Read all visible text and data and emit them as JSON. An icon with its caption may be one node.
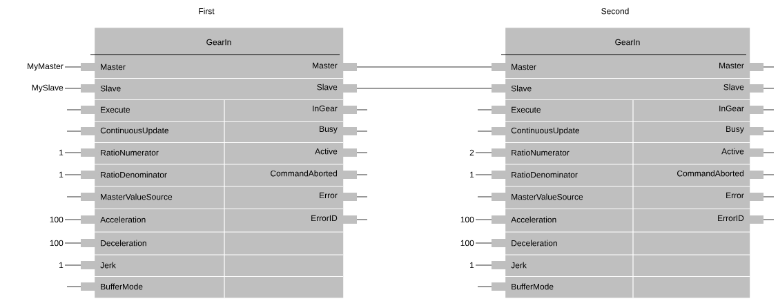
{
  "diagram": {
    "nodes": [
      {
        "text": [
          "GearIn"
        ],
        "beside": [
          "First"
        ]
      },
      {
        "text": [
          "Master"
        ],
        "in": 0
      },
      {
        "text": [
          "Master"
        ],
        "in": 0
      },
      {
        "text": [
          "Slave"
        ],
        "in": 0
      },
      {
        "text": [
          "Slave"
        ],
        "in": 0
      },
      {
        "text": [
          "Execute"
        ],
        "in": 0
      },
      {
        "text": [
          "InGear"
        ],
        "in": 0
      },
      {
        "text": [
          "ContinuousUpdate"
        ],
        "in": 0
      },
      {
        "text": [
          "Busy"
        ],
        "in": 0
      },
      {
        "text": [
          "RatioNumerator"
        ],
        "in": 0
      },
      {
        "text": [
          "Active"
        ],
        "in": 0
      },
      {
        "text": [
          "RatioDenominator"
        ],
        "in": 0
      },
      {
        "text": [
          "CommandAborted"
        ],
        "in": 0
      },
      {
        "text": [
          "MasterValueSource"
        ],
        "in": 0
      },
      {
        "text": [
          "Error"
        ],
        "in": 0
      },
      {
        "text": [
          "Acceleration"
        ],
        "in": 0
      },
      {
        "text": [
          "ErrorID"
        ],
        "in": 0
      },
      {
        "text": [
          "Deceleration"
        ],
        "in": 0
      },
      {
        "text": [
          "Jerk"
        ],
        "in": 0
      },
      {
        "text": [
          "BufferMode"
        ],
        "in": 0
      },
      {
        "text": [
          "GearIn"
        ],
        "beside": [
          "Second"
        ]
      },
      {
        "text": [
          "Master"
        ],
        "in": 20
      },
      {
        "text": [
          "Master"
        ],
        "in": 20
      },
      {
        "text": [
          "Slave"
        ],
        "in": 20
      },
      {
        "text": [
          "Slave"
        ],
        "in": 20
      },
      {
        "text": [
          "Execute"
        ],
        "in": 20
      },
      {
        "text": [
          "InGear"
        ],
        "in": 20
      },
      {
        "text": [
          "ContinuousUpdate"
        ],
        "in": 20
      },
      {
        "text": [
          "Busy"
        ],
        "in": 20
      },
      {
        "text": [
          "RatioNumerator"
        ],
        "in": 20
      },
      {
        "text": [
          "Active"
        ],
        "in": 20
      },
      {
        "text": [
          "RatioDenominator"
        ],
        "in": 20
      },
      {
        "text": [
          "CommandAborted"
        ],
        "in": 20
      },
      {
        "text": [
          "MasterValueSource"
        ],
        "in": 20
      },
      {
        "text": [
          "Error"
        ],
        "in": 20
      },
      {
        "text": [
          "Acceleration"
        ],
        "in": 20
      },
      {
        "text": [
          "ErrorID"
        ],
        "in": 20
      },
      {
        "text": [
          "Deceleration"
        ],
        "in": 20
      },
      {
        "text": [
          "Jerk"
        ],
        "in": 20
      },
      {
        "text": [
          "BufferMode"
        ],
        "in": 20
      },
      {
        "text": [
          "MyMaster"
        ]
      },
      {
        "text": [
          "MySlave"
        ]
      },
      {
        "text": [
          "1"
        ]
      },
      {
        "text": [
          "1"
        ]
      },
      {
        "text": [
          "100"
        ]
      },
      {
        "text": [
          "100"
        ]
      },
      {
        "text": [
          "1"
        ]
      },
      {
        "text": [
          "2"
        ]
      },
      {
        "text": [
          "1"
        ]
      },
      {
        "text": [
          "100"
        ]
      },
      {
        "text": [
          "100"
        ]
      },
      {
        "text": [
          "1"
        ]
      }
    ],
    "edges": [
      {
        "from": 40,
        "to": 1,
        "arrow": "none"
      },
      {
        "from": 41,
        "to": 3,
        "arrow": "none"
      },
      {
        "from": null,
        "to": 5,
        "arrow": "none"
      },
      {
        "from": null,
        "to": 7,
        "arrow": "none"
      },
      {
        "from": 42,
        "to": 9,
        "arrow": "none"
      },
      {
        "from": 43,
        "to": 11,
        "arrow": "none"
      },
      {
        "from": null,
        "to": 13,
        "arrow": "none"
      },
      {
        "from": 44,
        "to": 15,
        "arrow": "none"
      },
      {
        "from": 45,
        "to": 17,
        "arrow": "none"
      },
      {
        "from": 46,
        "to": 18,
        "arrow": "none"
      },
      {
        "from": null,
        "to": 19,
        "arrow": "none"
      },
      {
        "from": 2,
        "to": 21,
        "arrow": "none"
      },
      {
        "from": 4,
        "to": 23,
        "arrow": "none"
      },
      {
        "from": 6,
        "to": null,
        "arrow": "none"
      },
      {
        "from": 8,
        "to": null,
        "arrow": "none"
      },
      {
        "from": 10,
        "to": null,
        "arrow": "none"
      },
      {
        "from": 12,
        "to": null,
        "arrow": "none"
      },
      {
        "from": 14,
        "to": null,
        "arrow": "none"
      },
      {
        "from": 16,
        "to": null,
        "arrow": "none"
      },
      {
        "from": null,
        "to": 25,
        "arrow": "none"
      },
      {
        "from": null,
        "to": 27,
        "arrow": "none"
      },
      {
        "from": 47,
        "to": 29,
        "arrow": "none"
      },
      {
        "from": 48,
        "to": 31,
        "arrow": "none"
      },
      {
        "from": null,
        "to": 33,
        "arrow": "none"
      },
      {
        "from": 49,
        "to": 35,
        "arrow": "none"
      },
      {
        "from": 50,
        "to": 37,
        "arrow": "none"
      },
      {
        "from": 51,
        "to": 38,
        "arrow": "none"
      },
      {
        "from": null,
        "to": 39,
        "arrow": "none"
      },
      {
        "from": 22,
        "to": null,
        "arrow": "none"
      },
      {
        "from": 24,
        "to": null,
        "arrow": "none"
      },
      {
        "from": 26,
        "to": null,
        "arrow": "none"
      },
      {
        "from": 28,
        "to": null,
        "arrow": "none"
      },
      {
        "from": 30,
        "to": null,
        "arrow": "none"
      },
      {
        "from": 32,
        "to": null,
        "arrow": "none"
      },
      {
        "from": 34,
        "to": null,
        "arrow": "none"
      },
      {
        "from": 36,
        "to": null,
        "arrow": "none"
      }
    ]
  }
}
